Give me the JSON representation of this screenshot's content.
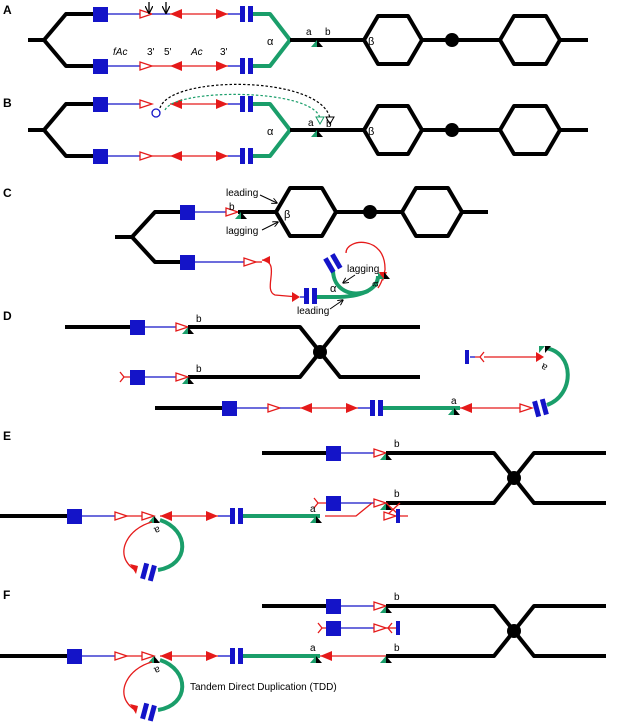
{
  "panels": {
    "A": {
      "label": "A",
      "a": "a",
      "b": "b",
      "alpha": "α",
      "beta": "β",
      "fAc": "fAc",
      "three_prime_1": "3'",
      "five_prime": "5'",
      "Ac": "Ac",
      "three_prime_2": "3'"
    },
    "B": {
      "label": "B",
      "a": "a",
      "b": "b",
      "alpha": "α",
      "beta": "β"
    },
    "C": {
      "label": "C",
      "b": "b",
      "beta": "β",
      "leading_top": "leading",
      "lagging_top": "lagging",
      "lagging_loop": "lagging",
      "leading_bottom": "leading",
      "alpha": "α",
      "a_loop": "a"
    },
    "D": {
      "label": "D",
      "b1": "b",
      "b2": "b",
      "a": "a",
      "loop_a": "a"
    },
    "E": {
      "label": "E",
      "b1": "b",
      "b2": "b",
      "a": "a",
      "loop_a": "a"
    },
    "F": {
      "label": "F",
      "b1": "b",
      "a": "a",
      "b2": "b",
      "loop_a": "a",
      "caption": "Tandem Direct Duplication (TDD)"
    }
  },
  "colors": {
    "chromosome": "#000000",
    "green_segment": "#1a9e6a",
    "blue": "#1414c8",
    "red": "#e51a1a"
  }
}
